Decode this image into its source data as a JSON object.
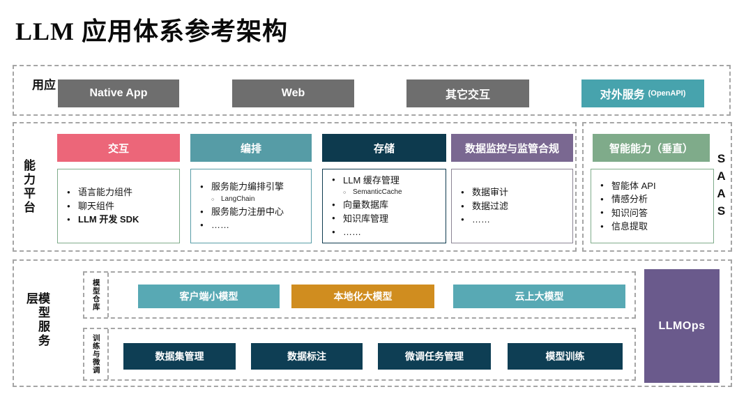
{
  "title": "LLM 应用体系参考架构",
  "colors": {
    "gray_block": "#6e6e6e",
    "teal_api": "#47a3ad",
    "pink_header": "#ec6679",
    "teal_header": "#569ca6",
    "navy_header": "#0d3a4e",
    "purple_header": "#7a6891",
    "green_header": "#7fab8a",
    "light_teal_block": "#58a9b4",
    "orange_block": "#d08d1f",
    "dark_teal_block": "#0e3e54",
    "llmops_purple": "#6a5a8c",
    "dash_border": "#a5a5a5"
  },
  "app_layer": {
    "label": "应用",
    "buttons": [
      {
        "label": "Native App"
      },
      {
        "label": "Web"
      },
      {
        "label": "其它交互"
      },
      {
        "label": "对外服务",
        "suffix": "(OpenAPI)"
      }
    ]
  },
  "platform_layer": {
    "label": "能力平台",
    "columns": [
      {
        "title": "交互",
        "items": [
          {
            "text": "语言能力组件"
          },
          {
            "text": "聊天组件"
          },
          {
            "text": "LLM 开发 SDK"
          }
        ]
      },
      {
        "title": "编排",
        "items": [
          {
            "text": "服务能力编排引擎"
          },
          {
            "text": "LangChain"
          },
          {
            "text": "服务能力注册中心"
          },
          {
            "text": "……"
          }
        ]
      },
      {
        "title": "存储",
        "items": [
          {
            "text": "LLM 缓存管理"
          },
          {
            "text": "SemanticCache"
          },
          {
            "text": "向量数据库"
          },
          {
            "text": "知识库管理"
          },
          {
            "text": "……"
          }
        ]
      },
      {
        "title": "数据监控与监管合规",
        "items": [
          {
            "text": "数据审计"
          },
          {
            "text": "数据过滤"
          },
          {
            "text": "……"
          }
        ]
      }
    ],
    "vertical": {
      "title": "智能能力（垂直）",
      "items": [
        {
          "text": "智能体 API"
        },
        {
          "text": "情感分析"
        },
        {
          "text": "知识问答"
        },
        {
          "text": "信息提取"
        }
      ]
    },
    "saas_label": "SAAS"
  },
  "model_layer": {
    "label": "模型服务层",
    "llmops_label": "LLMOps",
    "repo": {
      "label": "模型仓库",
      "buttons": [
        {
          "label": "客户端小模型"
        },
        {
          "label": "本地化大模型"
        },
        {
          "label": "云上大模型"
        }
      ]
    },
    "training": {
      "label": "训练与微调",
      "buttons": [
        {
          "label": "数据集管理"
        },
        {
          "label": "数据标注"
        },
        {
          "label": "微调任务管理"
        },
        {
          "label": "模型训练"
        }
      ]
    }
  }
}
